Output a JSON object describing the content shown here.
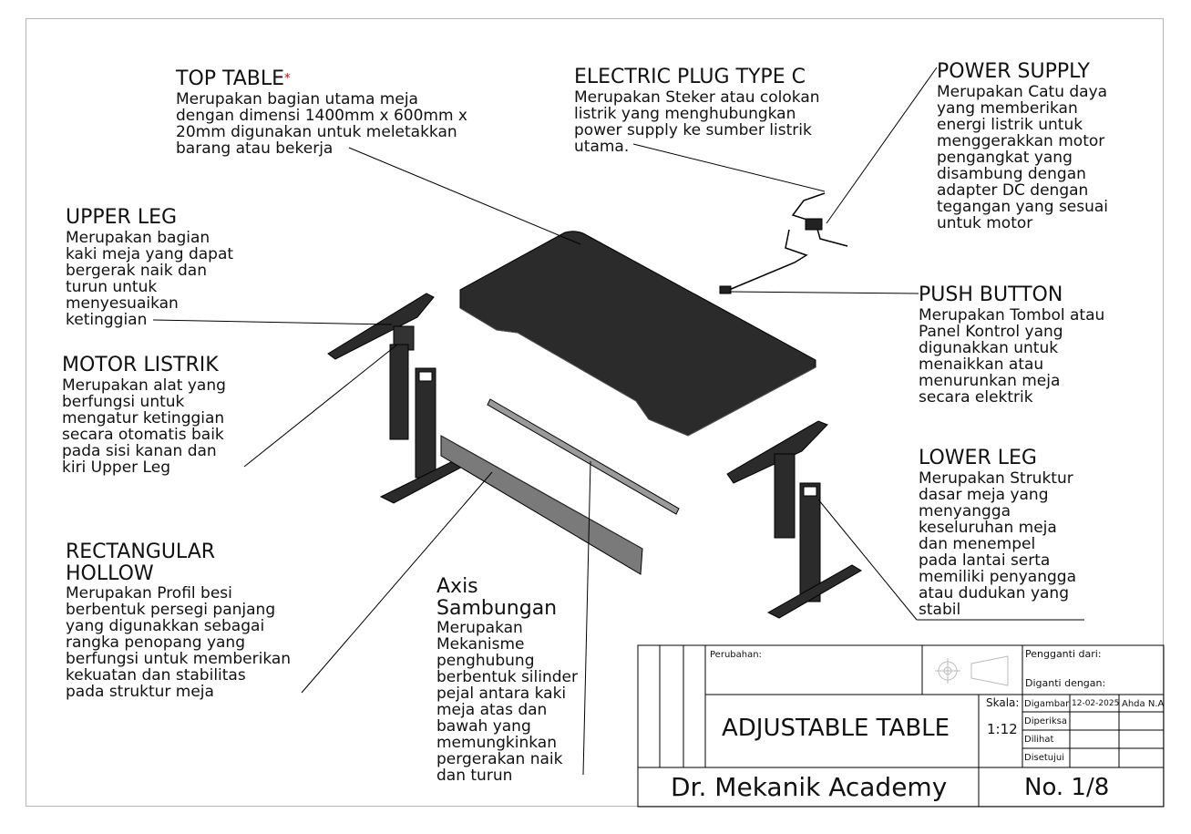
{
  "labels": {
    "top_table": {
      "title": "TOP TABLE",
      "marker": "*",
      "desc": "Merupakan bagian utama meja\ndengan dimensi 1400mm x 600mm x\n20mm digunakan untuk meletakkan\nbarang atau bekerja"
    },
    "electric_plug": {
      "title": "ELECTRIC PLUG TYPE C",
      "desc": "Merupakan Steker atau colokan\nlistrik yang menghubungkan\npower supply ke sumber listrik\nutama."
    },
    "power_supply": {
      "title": "POWER SUPPLY",
      "desc": "Merupakan Catu daya\nyang memberikan\nenergi listrik untuk\nmenggerakkan motor\npengangkat yang\ndisambung dengan\nadapter DC dengan\ntegangan yang sesuai\nuntuk motor"
    },
    "upper_leg": {
      "title": "UPPER LEG",
      "desc": "Merupakan bagian\nkaki meja yang dapat\nbergerak naik dan\nturun untuk\nmenyesuaikan\nketinggian"
    },
    "motor_listrik": {
      "title": "MOTOR LISTRIK",
      "desc": "Merupakan alat yang\nberfungsi untuk\nmengatur ketinggian\nsecara otomatis baik\npada sisi kanan dan\nkiri Upper Leg"
    },
    "push_button": {
      "title": "PUSH BUTTON",
      "desc": "Merupakan Tombol atau\nPanel Kontrol yang\ndigunakkan untuk\nmenaikkan atau\nmenurunkan meja\nsecara elektrik"
    },
    "lower_leg": {
      "title": "LOWER LEG",
      "desc": "Merupakan Struktur\ndasar meja yang\nmenyangga\nkeseluruhan meja\ndan menempel\npada lantai serta\nmemiliki penyangga\natau dudukan yang\nstabil"
    },
    "rect_hollow": {
      "title": "RECTANGULAR\nHOLLOW",
      "desc": "Merupakan Profil besi\nberbentuk persegi panjang\nyang digunakkan sebagai\nrangka penopang yang\nberfungsi untuk memberikan\nkekuatan dan stabilitas\npada struktur meja"
    },
    "axis": {
      "title": "Axis\nSambungan",
      "desc": "Merupakan\nMekanisme\npenghubung\nberbentuk silinder\npejal antara kaki\nmeja atas dan\nbawah yang\nmemungkinkan\npergerakan naik\ndan turun"
    }
  },
  "title_block": {
    "perubahan_label": "Perubahan:",
    "pengganti_label": "Pengganti dari:",
    "diganti_label": "Diganti dengan:",
    "skala_label": "Skala:",
    "skala_value": "1:12",
    "title": "ADJUSTABLE TABLE",
    "digambar_label": "Digambar",
    "digambar_date": "12-02-2025",
    "digambar_name": "Ahda N.A",
    "diperiksa_label": "Diperiksa",
    "dilihat_label": "Dilihat",
    "disetujui_label": "Disetujui",
    "company": "Dr. Mekanik Academy",
    "sheet_no": "No. 1/8"
  },
  "colors": {
    "part_fill": "#2b2b2b",
    "line": "#000000",
    "frame_border": "#b5b5b5",
    "required_marker": "#cc0000"
  }
}
